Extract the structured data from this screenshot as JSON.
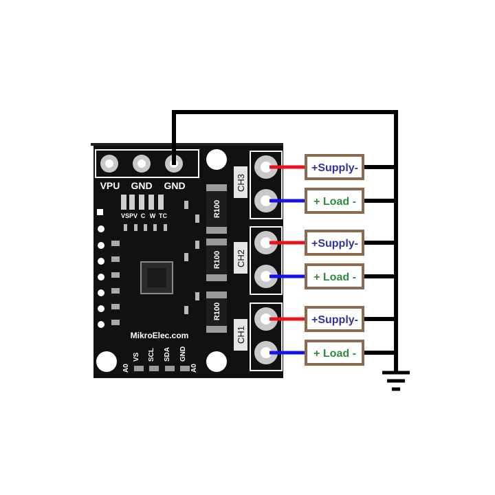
{
  "board": {
    "header_pins": [
      "VPU",
      "GND",
      "GND"
    ],
    "led_labels": [
      "VS",
      "PV",
      "C",
      "W",
      "TC"
    ],
    "shunt_label": "R100",
    "brand": "MikroElec.com",
    "bottom_pins": [
      "A0",
      "VS",
      "SCL",
      "SDA",
      "GND",
      "A0"
    ],
    "channels": [
      "CH3",
      "CH2",
      "CH1"
    ],
    "board_color": "#111111"
  },
  "connections": {
    "supply_label": "+Supply-",
    "load_label": "+ Load -",
    "supply_wire_color": "#e8141c",
    "load_wire_color": "#1414e8",
    "box_border_color": "#8b6a4e",
    "ground_symbol": "ground-icon"
  }
}
